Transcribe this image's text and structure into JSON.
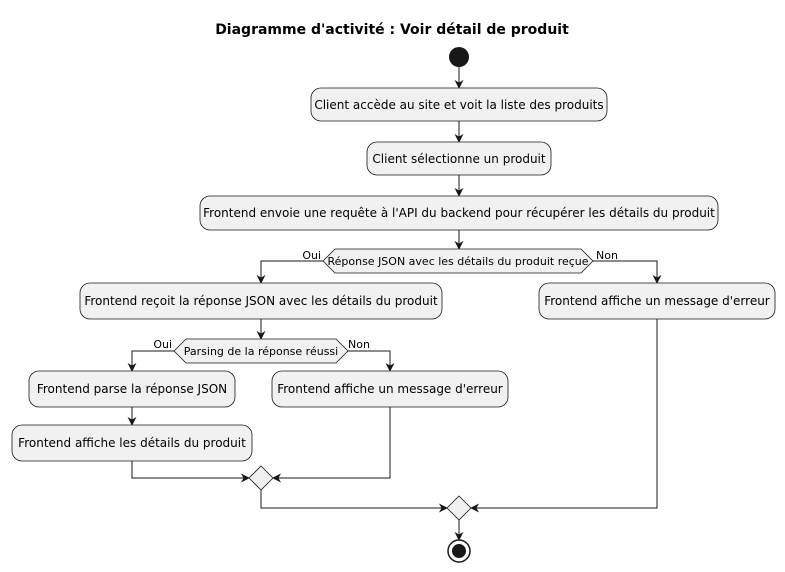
{
  "title": "Diagramme d'activité : Voir détail de produit",
  "activities": {
    "a1": "Client accède au site et voit la liste des produits",
    "a2": "Client sélectionne un produit",
    "a3": "Frontend envoie une requête à l'API du backend pour récupérer les détails du produit",
    "a4": "Frontend reçoit la réponse JSON avec les détails du produit",
    "a5": "Frontend affiche un message d'erreur",
    "a6": "Frontend parse la réponse JSON",
    "a7": "Frontend affiche un message d'erreur",
    "a8": "Frontend affiche les détails du produit"
  },
  "decisions": {
    "d1": {
      "label": "Réponse JSON avec les détails du produit reçue",
      "yes": "Oui",
      "no": "Non"
    },
    "d2": {
      "label": "Parsing de la réponse réussi",
      "yes": "Oui",
      "no": "Non"
    }
  }
}
